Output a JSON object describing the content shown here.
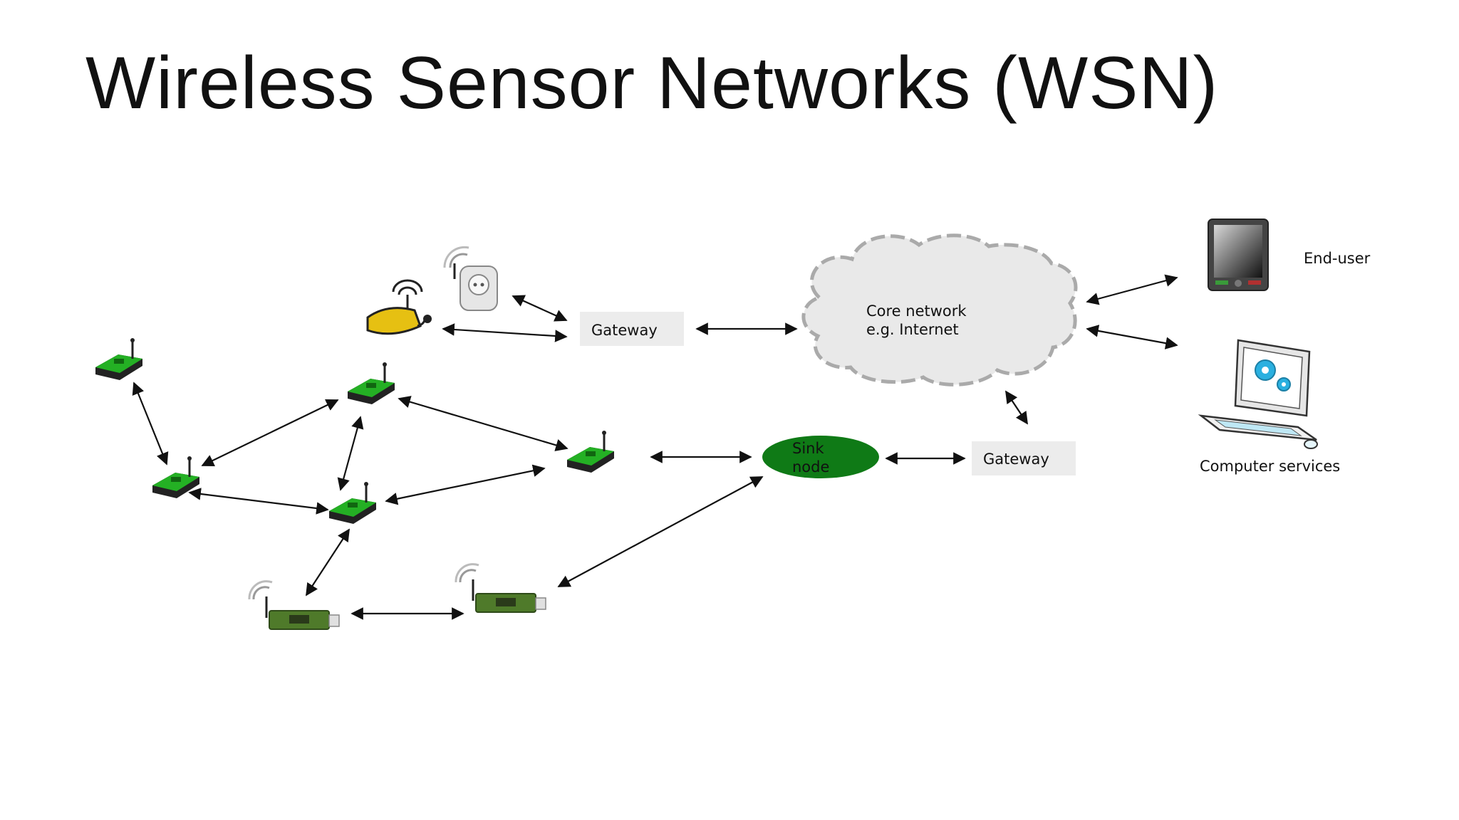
{
  "slide": {
    "title": "Wireless Sensor Networks (WSN)"
  },
  "diagram": {
    "gateway_top_label": "Gateway",
    "gateway_bottom_label": "Gateway",
    "core_network_line1": "Core network",
    "core_network_line2": "e.g. Internet",
    "sink_node_line1": "Sink",
    "sink_node_line2": "node",
    "end_user_label": "End-user",
    "computer_services_label": "Computer services"
  },
  "colors": {
    "sink_fill": "#0f7a16",
    "gateway_fill": "#ececec",
    "cloud_fill": "#e9e9e9",
    "cloud_border": "#aaaaaa",
    "sensor_board": "#24b024",
    "screen_accent": "#2ab0e0",
    "router_yellow": "#e6c012"
  }
}
